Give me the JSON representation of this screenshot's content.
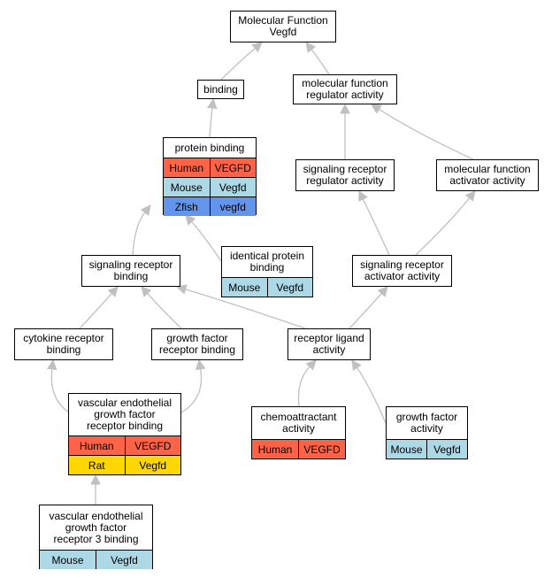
{
  "colors": {
    "Human": "#ff6347",
    "Mouse": "#add8e6",
    "Zfish": "#6495ed",
    "Rat": "#ffd700",
    "edge": "#c0c0c0"
  },
  "nodes": {
    "mf_vegfd": {
      "title": "Molecular Function\nVegfd",
      "rows": []
    },
    "binding": {
      "title": "binding",
      "rows": []
    },
    "mf_regulator": {
      "title": "molecular function\nregulator activity",
      "rows": []
    },
    "protein_binding": {
      "title": "protein binding",
      "rows": [
        {
          "species": "Human",
          "gene": "VEGFD"
        },
        {
          "species": "Mouse",
          "gene": "Vegfd"
        },
        {
          "species": "Zfish",
          "gene": "vegfd"
        }
      ]
    },
    "sig_rec_regulator": {
      "title": "signaling receptor\nregulator activity",
      "rows": []
    },
    "mf_activator": {
      "title": "molecular function\nactivator activity",
      "rows": []
    },
    "identical_protein": {
      "title": "identical protein\nbinding",
      "rows": [
        {
          "species": "Mouse",
          "gene": "Vegfd"
        }
      ]
    },
    "sig_rec_binding": {
      "title": "signaling receptor\nbinding",
      "rows": []
    },
    "sig_rec_activator": {
      "title": "signaling receptor\nactivator activity",
      "rows": []
    },
    "cytokine_rec": {
      "title": "cytokine receptor\nbinding",
      "rows": []
    },
    "gf_rec_binding": {
      "title": "growth factor\nreceptor binding",
      "rows": []
    },
    "rec_ligand": {
      "title": "receptor ligand\nactivity",
      "rows": []
    },
    "vegf_rec_binding": {
      "title": "vascular endothelial\ngrowth factor\nreceptor binding",
      "rows": [
        {
          "species": "Human",
          "gene": "VEGFD"
        },
        {
          "species": "Rat",
          "gene": "Vegfd"
        }
      ]
    },
    "chemoattractant": {
      "title": "chemoattractant\nactivity",
      "rows": [
        {
          "species": "Human",
          "gene": "VEGFD"
        }
      ]
    },
    "gf_activity": {
      "title": "growth factor\nactivity",
      "rows": [
        {
          "species": "Mouse",
          "gene": "Vegfd"
        }
      ]
    },
    "vegf_rec3_binding": {
      "title": "vascular endothelial\ngrowth factor\nreceptor 3 binding",
      "rows": [
        {
          "species": "Mouse",
          "gene": "Vegfd"
        }
      ]
    }
  },
  "edges": [
    {
      "from": "binding",
      "to": "mf_vegfd"
    },
    {
      "from": "mf_regulator",
      "to": "mf_vegfd"
    },
    {
      "from": "protein_binding",
      "to": "binding"
    },
    {
      "from": "sig_rec_regulator",
      "to": "mf_regulator"
    },
    {
      "from": "mf_activator",
      "to": "mf_regulator"
    },
    {
      "from": "sig_rec_binding",
      "to": "protein_binding"
    },
    {
      "from": "identical_protein",
      "to": "protein_binding"
    },
    {
      "from": "sig_rec_activator",
      "to": "sig_rec_regulator"
    },
    {
      "from": "sig_rec_activator",
      "to": "mf_activator"
    },
    {
      "from": "cytokine_rec",
      "to": "sig_rec_binding"
    },
    {
      "from": "gf_rec_binding",
      "to": "sig_rec_binding"
    },
    {
      "from": "rec_ligand",
      "to": "sig_rec_binding"
    },
    {
      "from": "rec_ligand",
      "to": "sig_rec_activator"
    },
    {
      "from": "vegf_rec_binding",
      "to": "cytokine_rec"
    },
    {
      "from": "vegf_rec_binding",
      "to": "gf_rec_binding"
    },
    {
      "from": "chemoattractant",
      "to": "rec_ligand"
    },
    {
      "from": "gf_activity",
      "to": "rec_ligand"
    },
    {
      "from": "vegf_rec3_binding",
      "to": "vegf_rec_binding"
    }
  ]
}
